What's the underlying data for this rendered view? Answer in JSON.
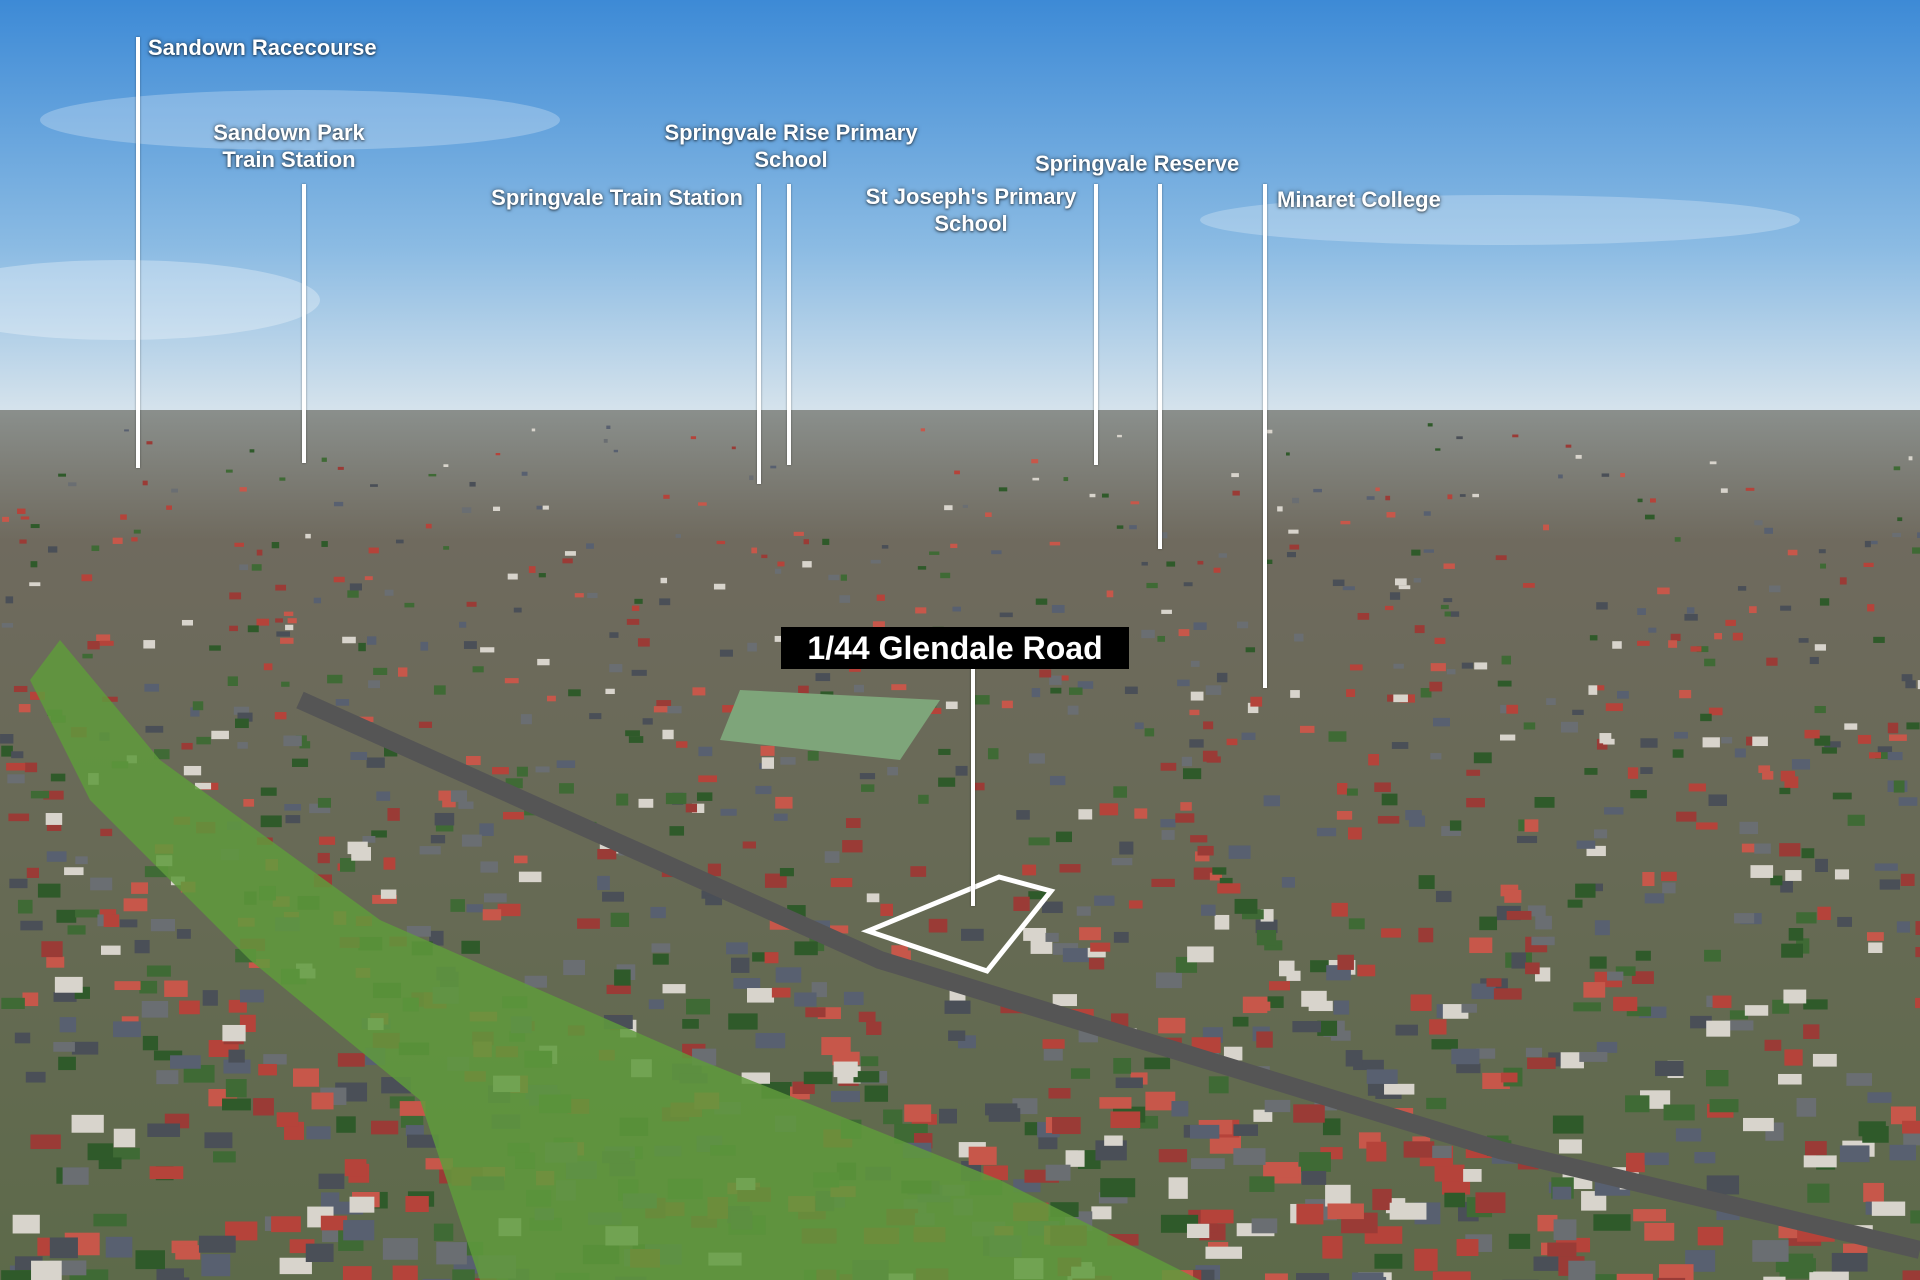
{
  "property": {
    "address": "1/44 Glendale Road"
  },
  "landmarks": [
    {
      "name": "Sandown Racecourse"
    },
    {
      "name_line1": "Sandown Park",
      "name_line2": "Train Station"
    },
    {
      "name": "Springvale Train Station"
    },
    {
      "name_line1": "Springvale Rise Primary",
      "name_line2": "School"
    },
    {
      "name_line1": "St Joseph's Primary",
      "name_line2": "School"
    },
    {
      "name": "Springvale Reserve"
    },
    {
      "name": "Minaret College"
    }
  ],
  "colors": {
    "sky_top": "#3d8ad6",
    "sky_bottom": "#cfe0ee",
    "label": "#ffffff",
    "address_bg": "#000000"
  }
}
